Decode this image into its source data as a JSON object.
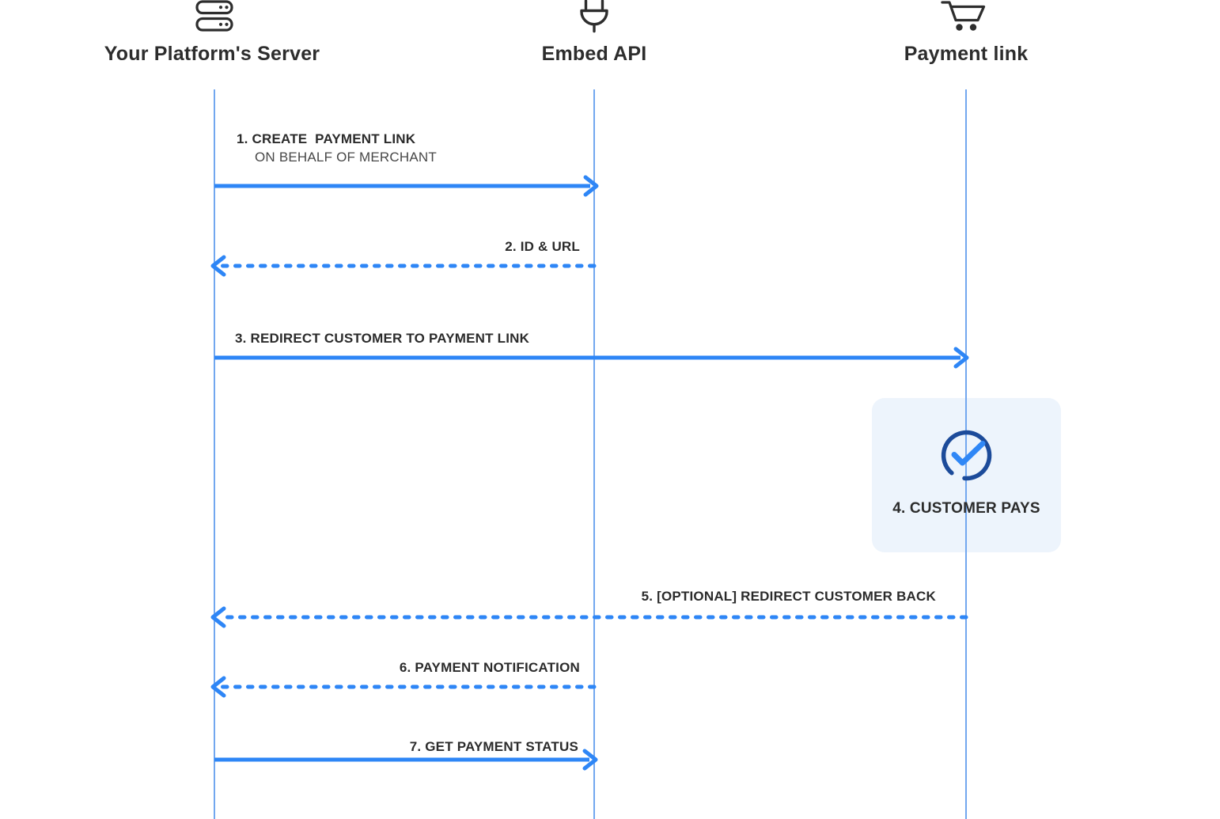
{
  "participants": [
    {
      "name": "Your Platform's Server",
      "icon": "server-icon"
    },
    {
      "name": "Embed API",
      "icon": "plug-icon"
    },
    {
      "name": "Payment link",
      "icon": "shopping-cart-icon"
    }
  ],
  "messages": [
    {
      "label": "1. CREATE  PAYMENT LINK",
      "sublabel": "ON BEHALF OF MERCHANT",
      "from": "Your Platform's Server",
      "to": "Embed API",
      "style": "solid"
    },
    {
      "label": "2. ID & URL",
      "from": "Embed API",
      "to": "Your Platform's Server",
      "style": "dashed"
    },
    {
      "label": "3. REDIRECT CUSTOMER TO PAYMENT LINK",
      "from": "Your Platform's Server",
      "to": "Payment link",
      "style": "solid"
    },
    {
      "label": "4. CUSTOMER PAYS",
      "type": "self-action",
      "on": "Payment link",
      "icon": "check-circle-icon"
    },
    {
      "label": "5. [OPTIONAL] REDIRECT CUSTOMER BACK",
      "from": "Payment link",
      "to": "Your Platform's Server",
      "style": "dashed"
    },
    {
      "label": "6. PAYMENT NOTIFICATION",
      "from": "Embed API",
      "to": "Your Platform's Server",
      "style": "dashed"
    },
    {
      "label": "7. GET PAYMENT STATUS",
      "from": "Your Platform's Server",
      "to": "Embed API",
      "style": "solid"
    }
  ],
  "colors": {
    "arrow_blue": "#2e86f6",
    "lifeline_blue": "#72a7ef",
    "activity_box_bg": "#edf4fc",
    "check_blue": "#2f87f6",
    "circle_navy": "#1c4b9a",
    "icon_dark": "#2d2d2d",
    "text_dark": "#2b2b2b"
  }
}
